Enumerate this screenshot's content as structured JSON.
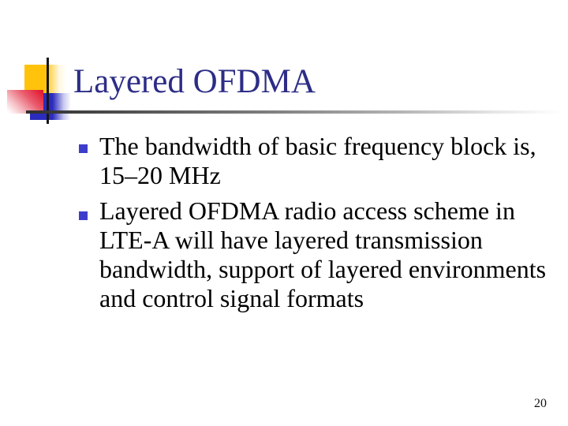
{
  "slide": {
    "title": "Layered OFDMA",
    "bullets": [
      {
        "text": "The bandwidth of basic frequency block is,\n15–20 MHz"
      },
      {
        "text": "Layered OFDMA radio access scheme in\nLTE-A will have layered transmission\nbandwidth, support of layered environments\nand control signal formats"
      }
    ],
    "page_number": "20",
    "colors": {
      "title_text": "#2D2D87",
      "body_text": "#000000",
      "bullet_marker": "#3D3DCC",
      "accent_yellow": "#FFC30B",
      "accent_red": "#E3172F",
      "accent_blue": "#2B2BBE",
      "rule_dark": "#2F2F2F"
    }
  }
}
